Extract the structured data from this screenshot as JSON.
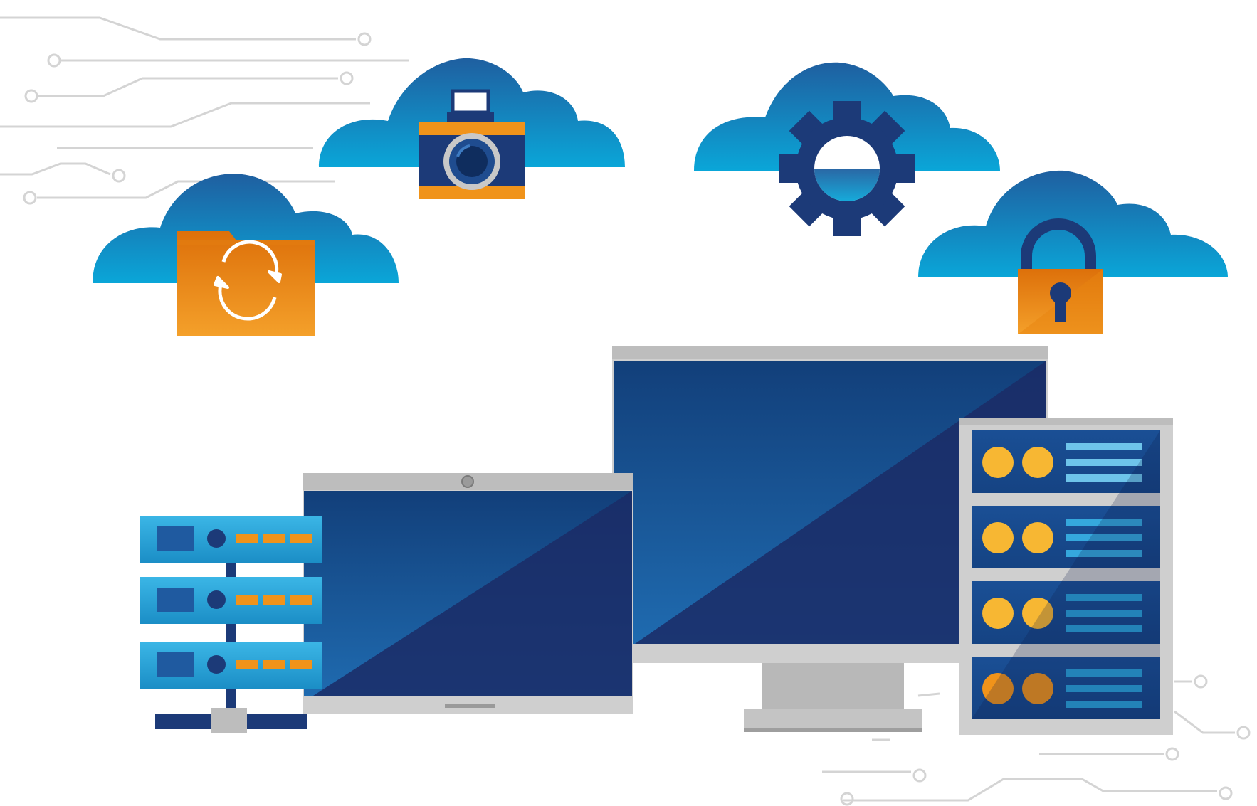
{
  "scene": {
    "description_free": true,
    "cloud_icons": [
      "folder-sync-icon",
      "camera-icon",
      "gear-icon",
      "padlock-icon"
    ],
    "devices": [
      "server-rack-left",
      "laptop-screen",
      "desktop-monitor",
      "server-cabinet-right"
    ],
    "colors": {
      "cloud_top": "#1f5fa0",
      "cloud_bottom": "#0aa3d6",
      "navy": "#1c3a78",
      "screen_light": "#1e63a6",
      "screen_dark": "#1b2b66",
      "orange": "#f0931a",
      "orange_dark": "#d9700a",
      "yellow": "#f7b733",
      "bezel": "#c9c9c9",
      "bezel_dark": "#b0b0b0",
      "circuit": "#d2d2d2",
      "server_blue": "#2aa6d8"
    }
  }
}
